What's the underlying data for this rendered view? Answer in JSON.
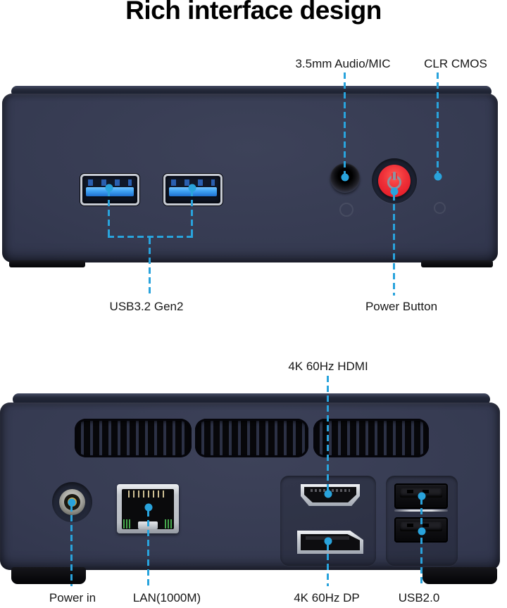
{
  "title": "Rich interface design",
  "front_view": {
    "callouts": [
      {
        "label": "3.5mm Audio/MIC",
        "target": "audio-jack"
      },
      {
        "label": "CLR CMOS",
        "target": "clr-cmos-pinhole"
      },
      {
        "label": "USB3.2 Gen2",
        "target": "usb3-ports"
      },
      {
        "label": "Power Button",
        "target": "power-button"
      }
    ]
  },
  "back_view": {
    "callouts": [
      {
        "label": "4K 60Hz HDMI",
        "target": "hdmi-port"
      },
      {
        "label": "Power in",
        "target": "power-jack"
      },
      {
        "label": "LAN(1000M)",
        "target": "lan-port"
      },
      {
        "label": "4K 60Hz DP",
        "target": "dp-port"
      },
      {
        "label": "USB2.0",
        "target": "usb2-ports"
      }
    ]
  },
  "icons": {
    "power_icon": "power-symbol (ring with top bar), css shape",
    "callout_dot": "blue endpoint dot",
    "callout_line": "blue dashed leader line"
  },
  "colors": {
    "line_blue": "#29a3dc",
    "chassis_navy": "#333850",
    "usb3_blue": "#3da0f2",
    "power_red": "#e8222d",
    "port_silver": "#c9cdd4",
    "led_green": "#46a84e",
    "pin_gold": "#c7a243"
  }
}
